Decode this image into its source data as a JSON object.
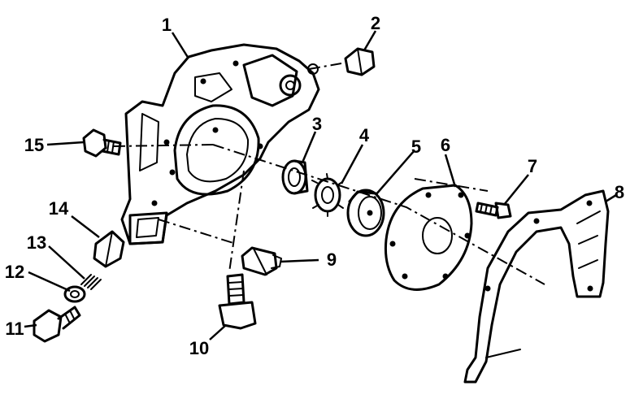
{
  "diagram": {
    "parts": [
      {
        "id": "1",
        "label": "1"
      },
      {
        "id": "2",
        "label": "2"
      },
      {
        "id": "3",
        "label": "3"
      },
      {
        "id": "4",
        "label": "4"
      },
      {
        "id": "5",
        "label": "5"
      },
      {
        "id": "6",
        "label": "6"
      },
      {
        "id": "7",
        "label": "7"
      },
      {
        "id": "8",
        "label": "8"
      },
      {
        "id": "9",
        "label": "9"
      },
      {
        "id": "10",
        "label": "10"
      },
      {
        "id": "11",
        "label": "11"
      },
      {
        "id": "12",
        "label": "12"
      },
      {
        "id": "13",
        "label": "13"
      },
      {
        "id": "14",
        "label": "14"
      },
      {
        "id": "15",
        "label": "15"
      }
    ]
  }
}
